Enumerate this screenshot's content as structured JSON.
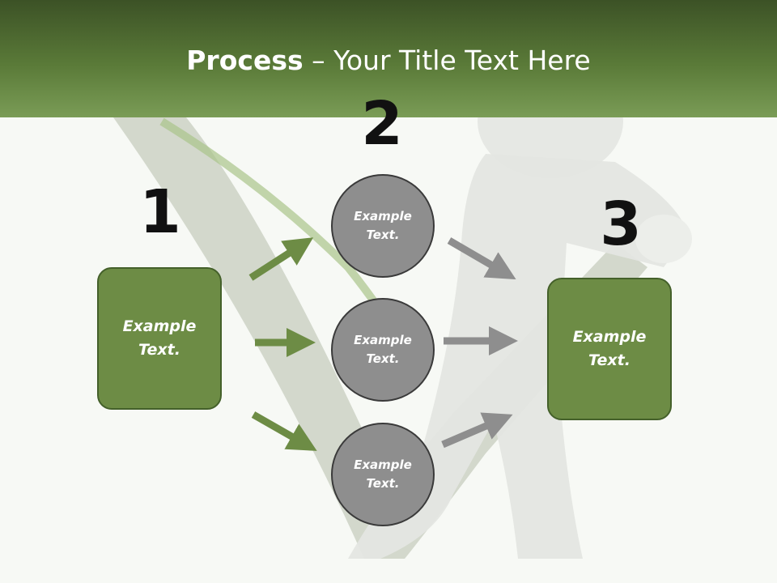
{
  "title": {
    "bold": "Process",
    "rest": " – Your Title Text Here"
  },
  "numbers": {
    "step1": "1",
    "step2": "2",
    "step3": "3"
  },
  "left_box": {
    "text": "Example Text."
  },
  "circles": [
    {
      "text": "Example Text."
    },
    {
      "text": "Example Text."
    },
    {
      "text": "Example Text."
    }
  ],
  "right_box": {
    "text": "Example Text."
  },
  "colors": {
    "header_dark": "#3c5226",
    "header_light": "#7a9c56",
    "box_fill": "#6d8c45",
    "circle_fill": "#8e8e8e",
    "green_arrow": "#6d8c45",
    "gray_arrow": "#8e8e8e"
  }
}
